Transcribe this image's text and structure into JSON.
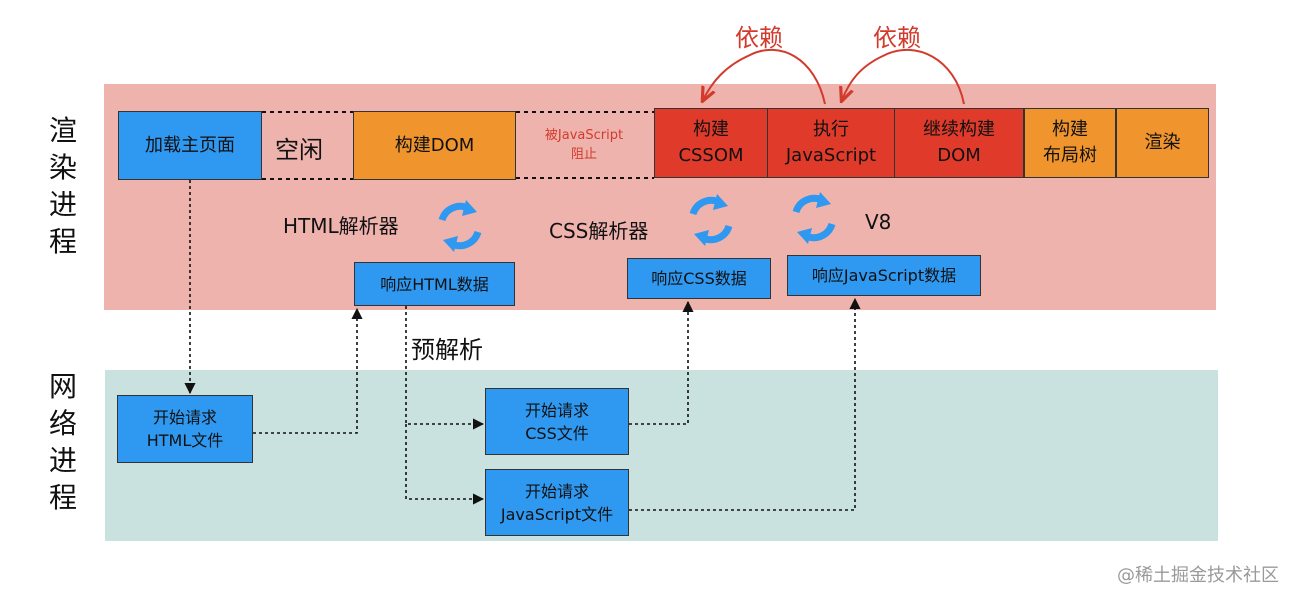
{
  "processes": {
    "render": "渲染进程",
    "network": "网络进程"
  },
  "render_steps": [
    "加载主页面",
    "空闲",
    "构建DOM",
    "被JavaScript\n阻止",
    "构建\nCSSOM",
    "执行\nJavaScript",
    "继续构建\nDOM",
    "构建\n布局树",
    "渲染"
  ],
  "dependency_label": "依赖",
  "parsers": {
    "html": "HTML解析器",
    "css": "CSS解析器",
    "js": "V8"
  },
  "responses": {
    "html": "响应HTML数据",
    "css": "响应CSS数据",
    "js": "响应JavaScript数据"
  },
  "preparse_label": "预解析",
  "network_requests": {
    "html": "开始请求\nHTML文件",
    "css": "开始请求\nCSS文件",
    "js": "开始请求\nJavaScript文件"
  },
  "watermark": "@稀土掘金技术社区",
  "colors": {
    "render_band": "#efb3ae",
    "network_band": "#c9e2df",
    "blue": "#2f98f0",
    "orange": "#f0952e",
    "red": "#e03a2a",
    "dependency": "#d23b2c"
  }
}
